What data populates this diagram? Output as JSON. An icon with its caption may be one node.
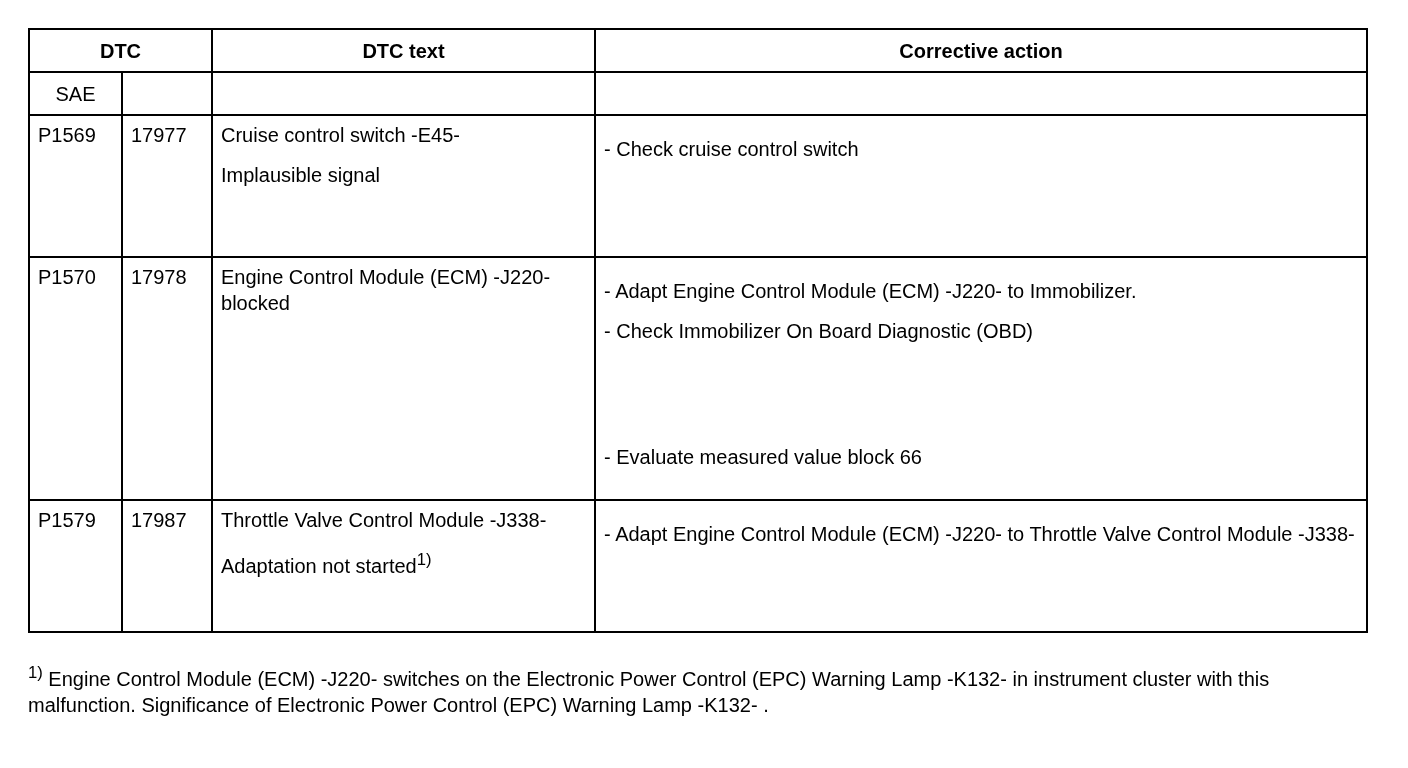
{
  "diagram": {
    "labels": [
      "DTC",
      "DTC text",
      "Corrective action",
      "SAE",
      "P1569",
      "17977",
      "Cruise control switch -E45-",
      "Implausible signal",
      "- Check cruise control switch",
      "P1570",
      "17978",
      "Engine Control Module (ECM) -J220- blocked",
      "- Adapt Engine Control Module (ECM) -J220- to Immobilizer.",
      "- Check Immobilizer On Board Diagnostic (OBD)",
      "- Evaluate measured value block 66",
      "P1579",
      "17987",
      "Throttle Valve Control Module -J338-",
      "Adaptation not started$^{1)}$",
      "- Adapt Engine Control Module (ECM) -J220- to Throttle Valve Control Module -J338-",
      "$^{1)}$ Engine Control Module (ECM) -J220- switches on the Electronic Power Control (EPC) Warning Lamp -K132- in instrument cluster with this malfunction. Significance of Electronic Power Control (EPC) Warning Lamp -K132- ."
    ]
  }
}
